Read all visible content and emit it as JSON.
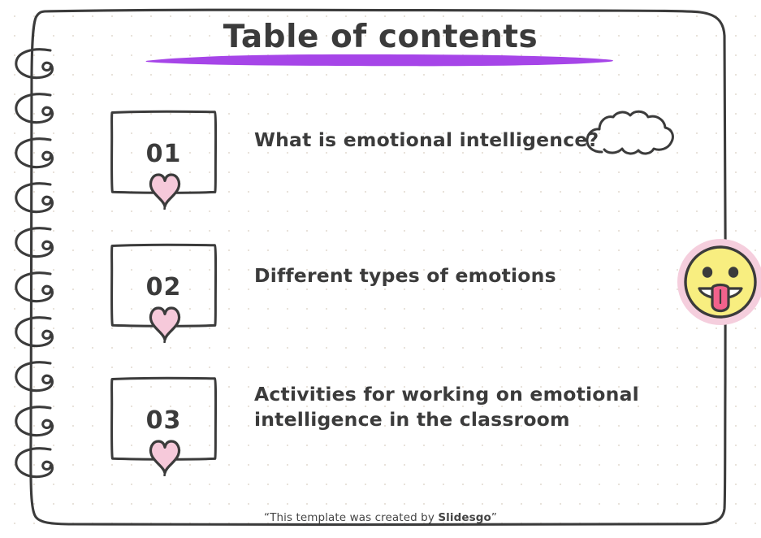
{
  "slide": {
    "title": "Table of contents",
    "background": "#ffffff",
    "dot_color": "#e8e2da",
    "ink_color": "#3b3b3b",
    "accent_color": "#a645e8",
    "heart_fill": "#f6c9da",
    "emoji_ring_color": "#f5cedd",
    "emoji_face_color": "#f8ee80",
    "emoji_tongue_color": "#f2628c"
  },
  "contents": [
    {
      "number": "01",
      "heart_icon": "heart-icon",
      "text": "What is emotional intelligence?",
      "text_line2": ""
    },
    {
      "number": "02",
      "heart_icon": "heart-icon",
      "text": "Different types of emotions",
      "text_line2": ""
    },
    {
      "number": "03",
      "heart_icon": "heart-icon",
      "text": "Activities for working on emotional",
      "text_line2": "intelligence in the classroom"
    }
  ],
  "decorations": {
    "cloud_icon": "cloud-doodle-icon",
    "emoji_icon": "tongue-out-emoji-icon",
    "spiral_icon": "spiral-binding-icon",
    "underline_icon": "title-underline-brush"
  },
  "footer": {
    "credit_prefix": "“This template was created by ",
    "credit_brand": "Slidesgo",
    "credit_suffix": "”"
  }
}
